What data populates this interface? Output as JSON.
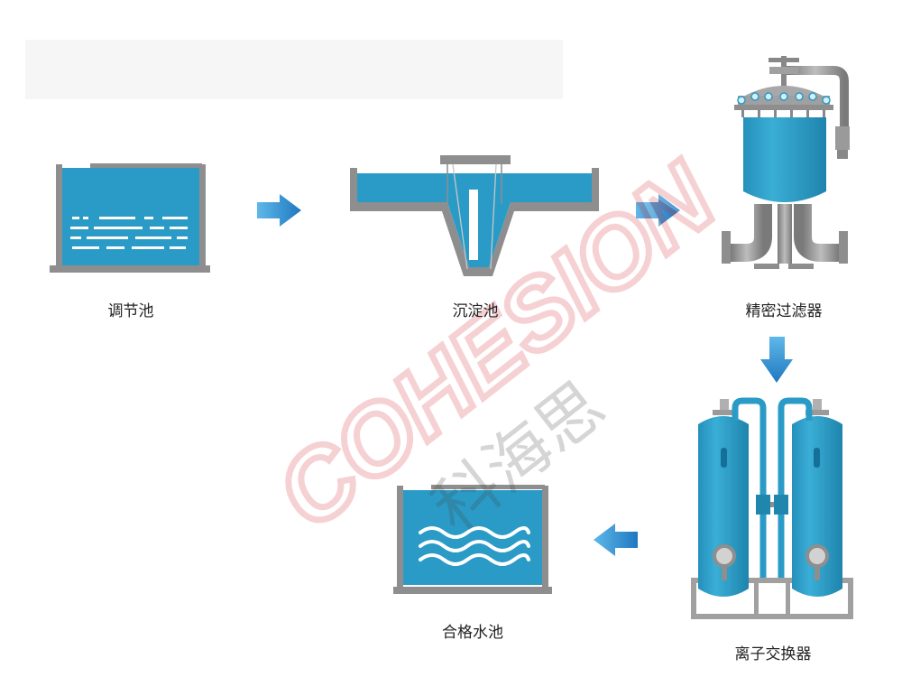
{
  "stages": {
    "equalization_tank": "调节池",
    "sedimentation_tank": "沉淀池",
    "precision_filter": "精密过滤器",
    "ion_exchanger": "离子交换器",
    "qualified_water_tank": "合格水池"
  },
  "watermark": {
    "latin": "COHESION",
    "cjk": "科海思"
  },
  "colors": {
    "water": "#2a9bc6",
    "water_dark": "#1f86ad",
    "structure": "#8e8e8e",
    "arrow": "#2c8fd0",
    "watermark": "#d9323a"
  }
}
